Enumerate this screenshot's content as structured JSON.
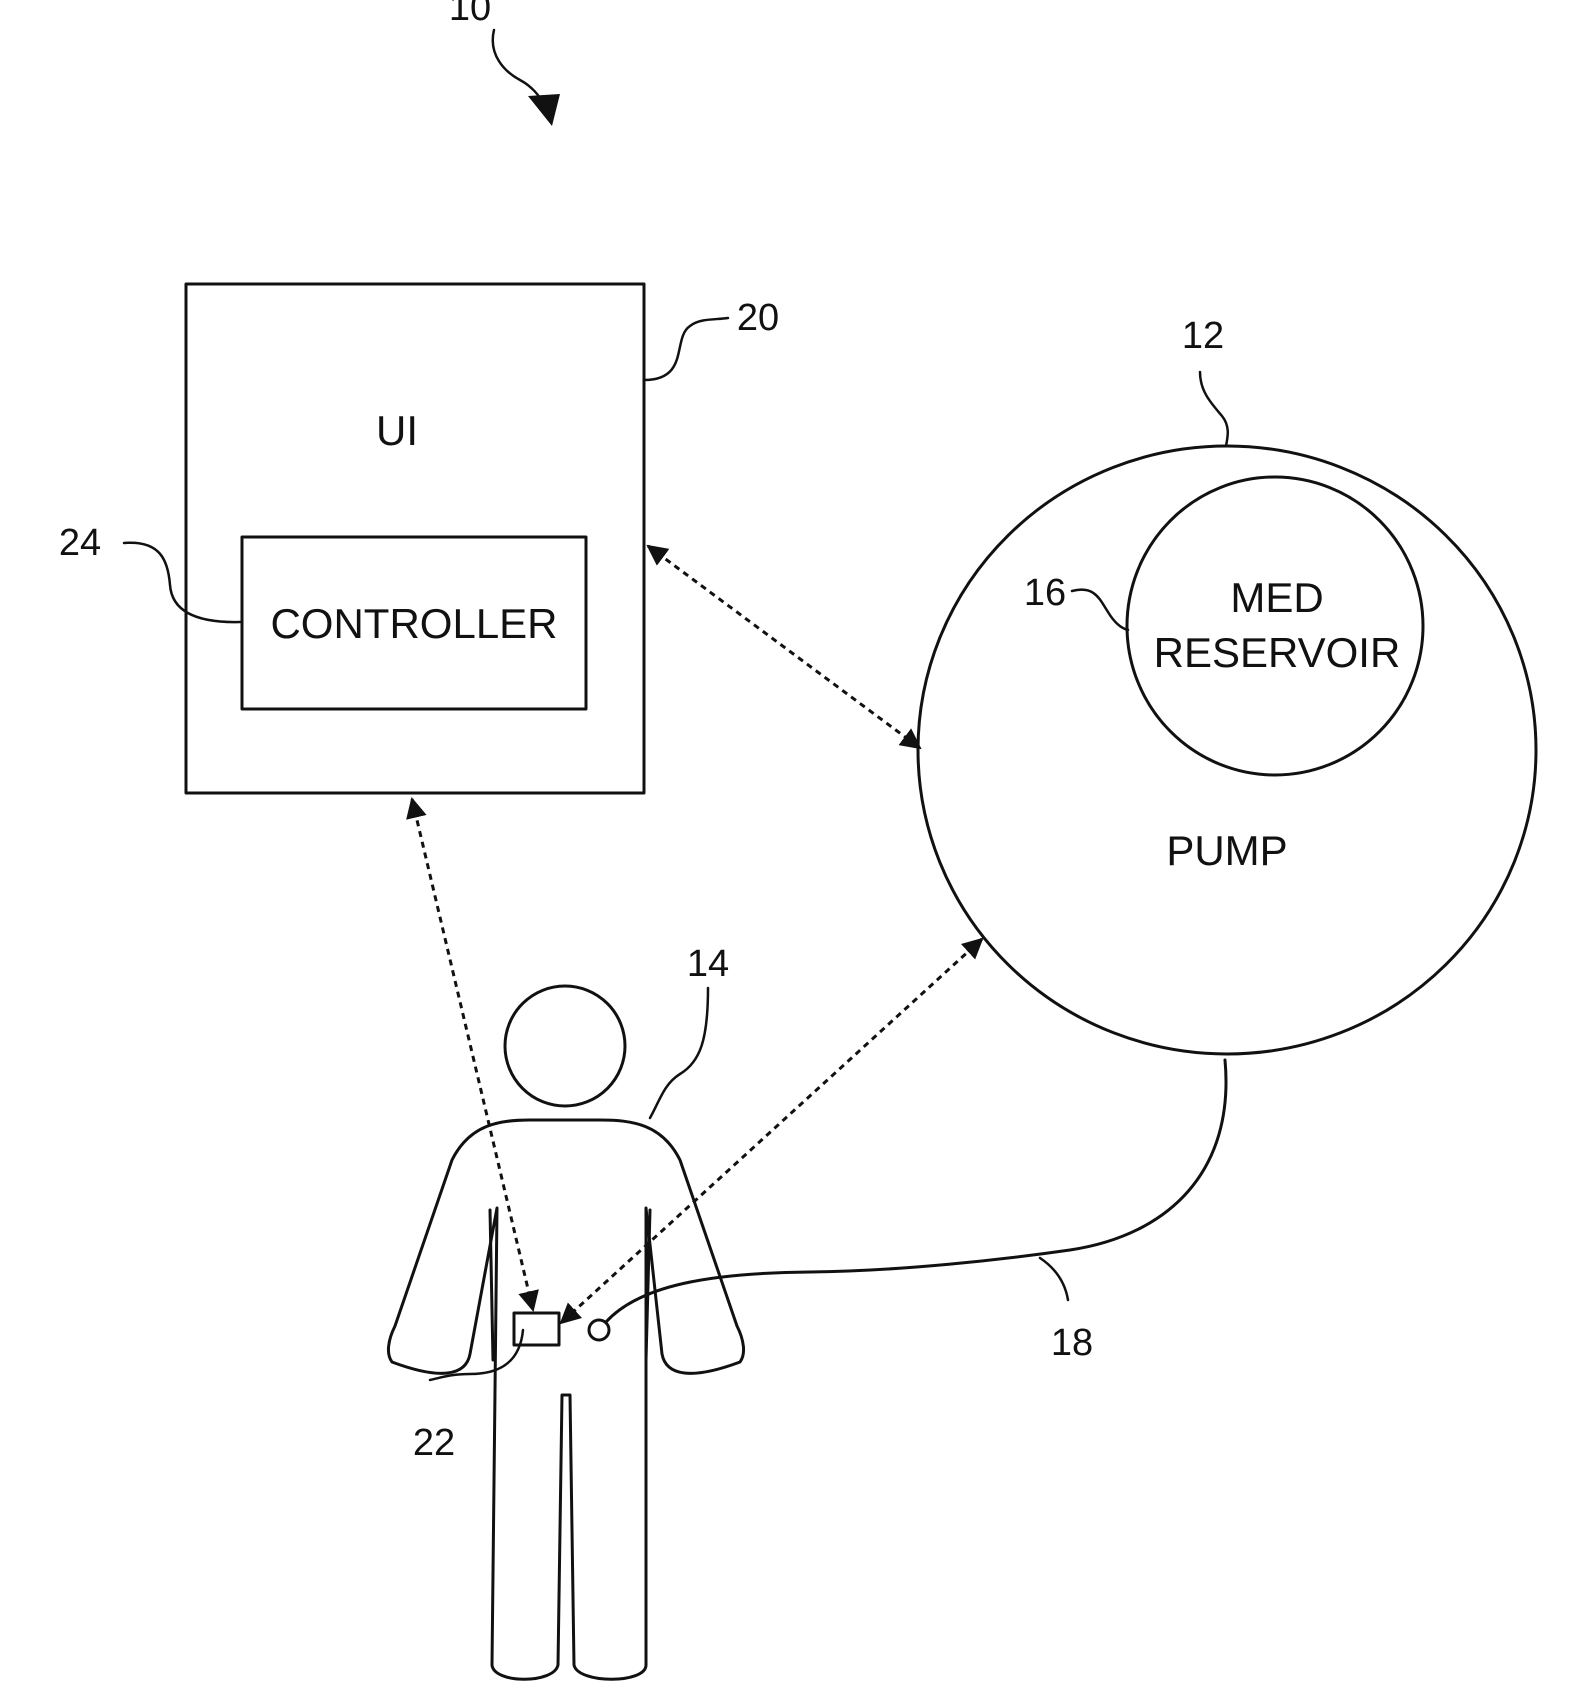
{
  "figure": {
    "reference_numerals": {
      "system": "10",
      "pump": "12",
      "patient": "14",
      "reservoir": "16",
      "tubing": "18",
      "ui_device": "20",
      "sensor": "22",
      "controller": "24"
    },
    "labels": {
      "ui": "UI",
      "controller": "CONTROLLER",
      "reservoir_line1": "MED",
      "reservoir_line2": "RESERVOIR",
      "pump": "PUMP"
    },
    "colors": {
      "line": "#111111",
      "background": "#ffffff"
    }
  }
}
